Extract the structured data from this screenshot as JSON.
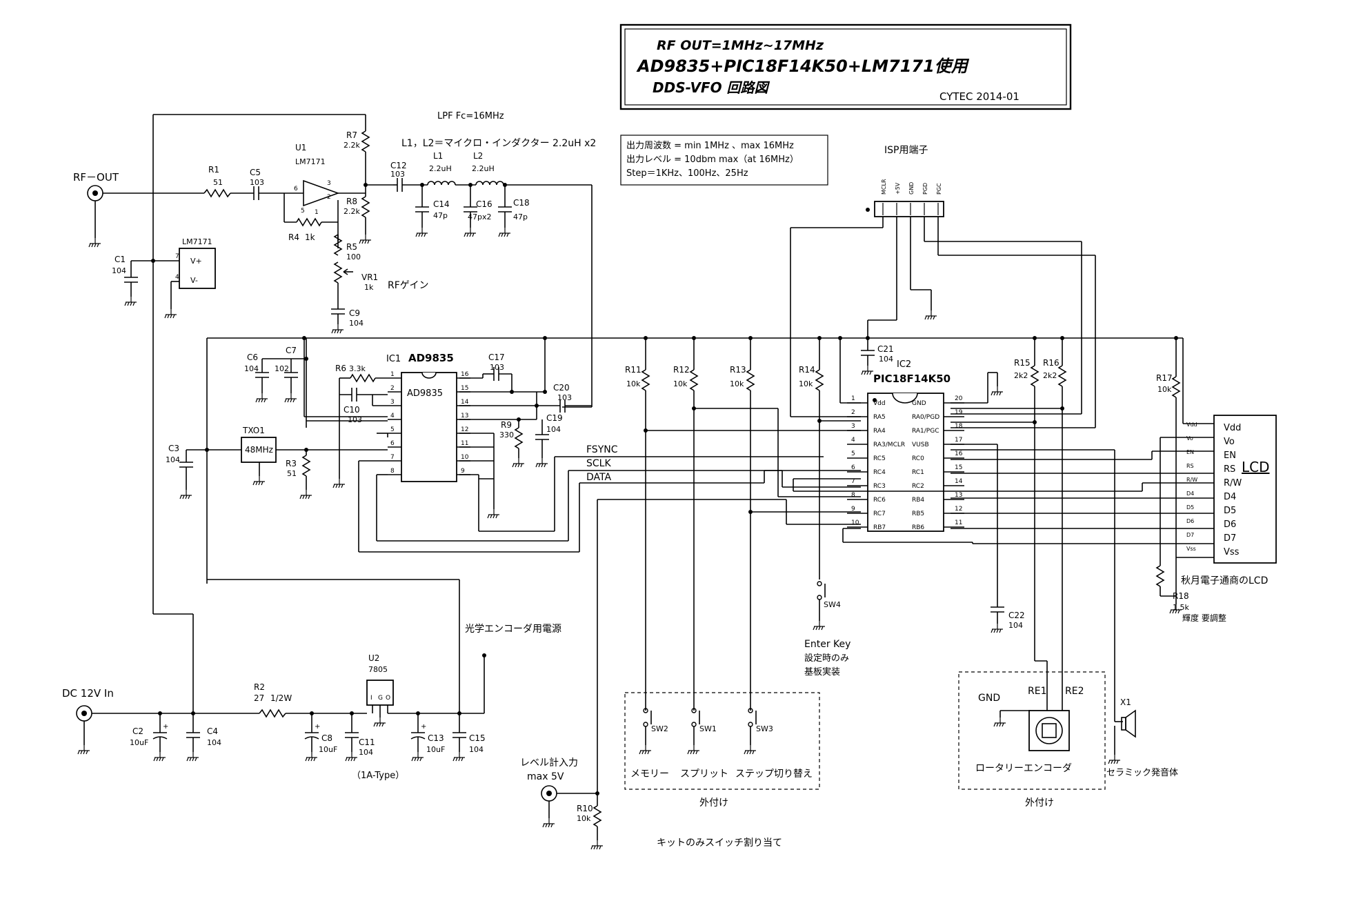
{
  "title_box": {
    "line1": "RF OUT=1MHz~17MHz",
    "line2": "AD9835+PIC18F14K50+LM7171使用",
    "line3": "DDS-VFO 回路図",
    "credit": "CYTEC 2014-01"
  },
  "specs": {
    "line1": "出力周波数 = min 1MHz 、max 16MHz",
    "line2": "出力レベル = 10dbm max（at 16MHz）",
    "line3": "Step＝1KHz、100Hz、25Hz"
  },
  "notes": {
    "lpf": "LPF Fc=16MHz",
    "inductors": "L1，L2＝マイクロ・インダクター 2.2uH x2",
    "rf_gain": "RFゲイン",
    "rf_out": "RF－OUT",
    "dc_in": "DC 12V In",
    "encoder_power": "光学エンコーダ用電源",
    "one_a_type": "（1A-Type）",
    "level_in_1": "レベル計入力",
    "level_in_2": "max 5V",
    "kit_switch": "キットのみスイッチ割り当て",
    "enter_key": "Enter Key",
    "enter_note1": "設定時のみ",
    "enter_note2": "基板実装",
    "ext1": "外付け",
    "ext2": "外付け",
    "sw_memory": "メモリー",
    "sw_split": "スプリット",
    "sw_step": "ステップ切り替え",
    "rotary": "ロータリーエンコーダ",
    "ceramic": "セラミック発音体",
    "isp": "ISP用端子",
    "lcd_title": "LCD",
    "lcd_maker": "秋月電子通商のLCD",
    "contrast": "輝度 要調整",
    "fsync": "FSYNC",
    "sclk": "SCLK",
    "data": "DATA",
    "gnd": "GND",
    "re1": "RE1",
    "re2": "RE2"
  },
  "ic1": {
    "ref": "IC1",
    "part": "AD9835",
    "body": "AD9835",
    "left_pins": [
      "1",
      "2",
      "3",
      "4",
      "5",
      "6",
      "7",
      "8"
    ],
    "right_pins": [
      "16",
      "15",
      "14",
      "13",
      "12",
      "11",
      "10",
      "9"
    ]
  },
  "ic2": {
    "ref": "IC2",
    "part": "PIC18F14K50",
    "left_pins": [
      {
        "num": "1",
        "name": "Vdd"
      },
      {
        "num": "2",
        "name": "RA5"
      },
      {
        "num": "3",
        "name": "RA4"
      },
      {
        "num": "4",
        "name": "RA3/MCLR"
      },
      {
        "num": "5",
        "name": "RC5"
      },
      {
        "num": "6",
        "name": "RC4"
      },
      {
        "num": "7",
        "name": "RC3"
      },
      {
        "num": "8",
        "name": "RC6"
      },
      {
        "num": "9",
        "name": "RC7"
      },
      {
        "num": "10",
        "name": "RB7"
      }
    ],
    "right_pins": [
      {
        "num": "20",
        "name": "GND"
      },
      {
        "num": "19",
        "name": "RA0/PGD"
      },
      {
        "num": "18",
        "name": "RA1/PGC"
      },
      {
        "num": "17",
        "name": "VUSB"
      },
      {
        "num": "16",
        "name": "RC0"
      },
      {
        "num": "15",
        "name": "RC1"
      },
      {
        "num": "14",
        "name": "RC2"
      },
      {
        "num": "13",
        "name": "RB4"
      },
      {
        "num": "12",
        "name": "RB5"
      },
      {
        "num": "11",
        "name": "RB6"
      }
    ]
  },
  "lcd": {
    "pins": [
      "Vdd",
      "Vo",
      "EN",
      "RS",
      "R/W",
      "D4",
      "D5",
      "D6",
      "D7",
      "Vss"
    ],
    "wire_labels": [
      "Vdd",
      "Vo",
      "EN",
      "RS",
      "R/W",
      "D4",
      "D5",
      "D6",
      "D7",
      "Vss"
    ]
  },
  "isp_pins": [
    "MCLR",
    "+5V",
    "GND",
    "PGD",
    "PGC"
  ],
  "opamp": {
    "ref": "U1",
    "part": "LM7171",
    "pins": [
      "6",
      "3",
      "2"
    ],
    "power_part": "LM7171",
    "power_pins": [
      "7",
      "4"
    ],
    "power_labels": [
      "V+",
      "V-"
    ]
  },
  "regulator": {
    "ref": "U2",
    "part": "7805",
    "pins": [
      "I",
      "G",
      "O"
    ]
  },
  "crystal": {
    "ref": "TXO1",
    "freq": "48MHz"
  },
  "parts": [
    {
      "ref": "R1",
      "value": "51"
    },
    {
      "ref": "C5",
      "value": "103"
    },
    {
      "ref": "R7",
      "value": "2.2k"
    },
    {
      "ref": "R8",
      "value": "2.2k"
    },
    {
      "ref": "R4",
      "value": "1k"
    },
    {
      "ref": "R5",
      "value": "100"
    },
    {
      "ref": "VR1",
      "value": "1k"
    },
    {
      "ref": "C9",
      "value": "104"
    },
    {
      "ref": "C12",
      "value": "103"
    },
    {
      "ref": "L1",
      "value": "2.2uH"
    },
    {
      "ref": "L2",
      "value": "2.2uH"
    },
    {
      "ref": "C14",
      "value": "47p"
    },
    {
      "ref": "C16",
      "value": "47px2"
    },
    {
      "ref": "C18",
      "value": "47p"
    },
    {
      "ref": "C1",
      "value": "104"
    },
    {
      "ref": "C6",
      "value": "104"
    },
    {
      "ref": "C7",
      "value": "102"
    },
    {
      "ref": "R6",
      "value": "3.3k"
    },
    {
      "ref": "C10",
      "value": "103"
    },
    {
      "ref": "C17",
      "value": "103"
    },
    {
      "ref": "C20",
      "value": "103"
    },
    {
      "ref": "R9",
      "value": "330"
    },
    {
      "ref": "C19",
      "value": "104"
    },
    {
      "ref": "C3",
      "value": "104"
    },
    {
      "ref": "R3",
      "value": "51"
    },
    {
      "ref": "R11",
      "value": "10k"
    },
    {
      "ref": "R12",
      "value": "10k"
    },
    {
      "ref": "R13",
      "value": "10k"
    },
    {
      "ref": "R14",
      "value": "10k"
    },
    {
      "ref": "C21",
      "value": "104"
    },
    {
      "ref": "R15",
      "value": "2k2"
    },
    {
      "ref": "R16",
      "value": "2k2"
    },
    {
      "ref": "R17",
      "value": "10k"
    },
    {
      "ref": "R18",
      "value": "1.5k"
    },
    {
      "ref": "C22",
      "value": "104"
    },
    {
      "ref": "R2",
      "value": "27"
    },
    {
      "ref": "C2",
      "value": "10uF"
    },
    {
      "ref": "C4",
      "value": "104"
    },
    {
      "ref": "C8",
      "value": "10uF"
    },
    {
      "ref": "C11",
      "value": "104"
    },
    {
      "ref": "C13",
      "value": "10uF"
    },
    {
      "ref": "C15",
      "value": "104"
    },
    {
      "ref": "R10",
      "value": "10k"
    }
  ],
  "r2_power": "1/2W",
  "switches": [
    "SW1",
    "SW2",
    "SW3",
    "SW4"
  ],
  "speaker_ref": "X1"
}
